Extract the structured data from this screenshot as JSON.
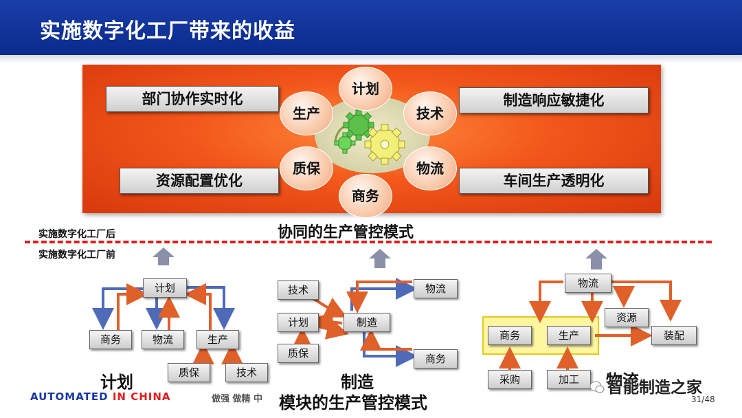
{
  "title": "实施数字化工厂带来的收益",
  "benefits": {
    "left_top": "部门协作实时化",
    "left_bottom": "资源配置优化",
    "right_top": "制造响应敏捷化",
    "right_bottom": "车间生产透明化"
  },
  "petals": {
    "top": "计划",
    "right_top": "技术",
    "right_bottom": "物流",
    "bottom": "商务",
    "left_bottom": "质保",
    "left_top": "生产"
  },
  "after_label": "实施数字化工厂后",
  "before_label": "实施数字化工厂前",
  "collab_mode": "协同的生产管控模式",
  "module_mode": "模块的生产管控模式",
  "plan_diagram": {
    "center": "计划",
    "items": [
      "商务",
      "物流",
      "生产",
      "质保",
      "技术"
    ],
    "caption": "计划"
  },
  "mfg_diagram": {
    "left": [
      "技术",
      "计划",
      "质保"
    ],
    "center": "制造",
    "right": [
      "物流",
      "商务"
    ],
    "caption": "制造"
  },
  "log_diagram": {
    "top": "物流",
    "mid_left": "商务",
    "mid_right": "生产",
    "resource": "资源",
    "assembly": "装配",
    "bottom_left": "采购",
    "bottom_right": "加工",
    "caption": "物流"
  },
  "footer": {
    "brand_a": "AUTOMATED ",
    "brand_b": "IN",
    "brand_c": " CHINA",
    "motto": "做强  做精  中",
    "page": "31/48",
    "watermark": "智能制造之家"
  }
}
